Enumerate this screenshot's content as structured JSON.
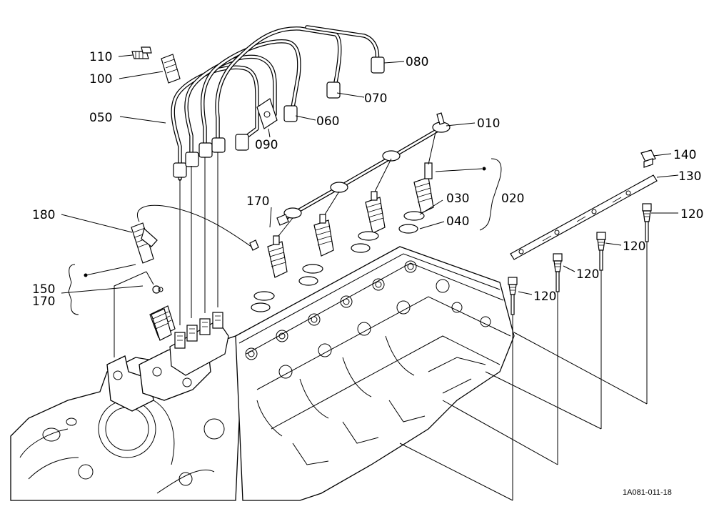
{
  "diagram": {
    "reference_code": "1A081-011-18",
    "callouts": [
      {
        "id": "c-110",
        "text": "110"
      },
      {
        "id": "c-100",
        "text": "100"
      },
      {
        "id": "c-050",
        "text": "050"
      },
      {
        "id": "c-080",
        "text": "080"
      },
      {
        "id": "c-070",
        "text": "070"
      },
      {
        "id": "c-060",
        "text": "060"
      },
      {
        "id": "c-090",
        "text": "090"
      },
      {
        "id": "c-010",
        "text": "010"
      },
      {
        "id": "c-170a",
        "text": "170"
      },
      {
        "id": "c-180",
        "text": "180"
      },
      {
        "id": "c-150",
        "text": "150"
      },
      {
        "id": "c-170b",
        "text": "170"
      },
      {
        "id": "c-030",
        "text": "030"
      },
      {
        "id": "c-020",
        "text": "020"
      },
      {
        "id": "c-040",
        "text": "040"
      },
      {
        "id": "c-140",
        "text": "140"
      },
      {
        "id": "c-130",
        "text": "130"
      },
      {
        "id": "c-120a",
        "text": "120"
      },
      {
        "id": "c-120b",
        "text": "120"
      },
      {
        "id": "c-120c",
        "text": "120"
      },
      {
        "id": "c-120d",
        "text": "120"
      }
    ]
  }
}
